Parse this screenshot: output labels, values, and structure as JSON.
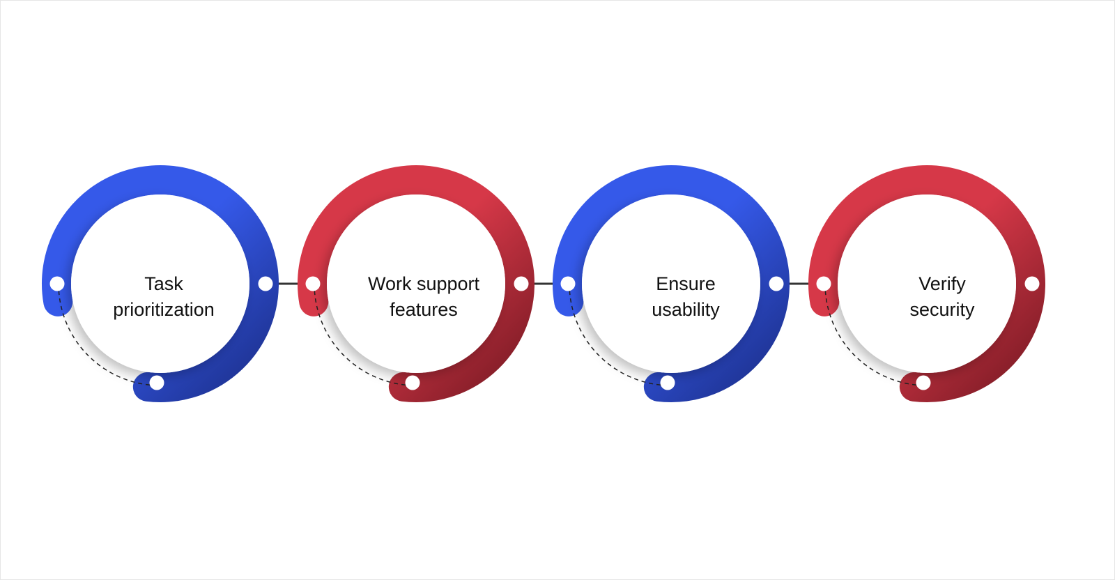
{
  "colors": {
    "blue": "#3559E9",
    "red": "#D63848",
    "connector": "#333333"
  },
  "steps": [
    {
      "label_line1": "Task",
      "label_line2": "prioritization",
      "color": "#3559E9",
      "shade": "#1c2f8a"
    },
    {
      "label_line1": "Work support",
      "label_line2": "features",
      "color": "#D63848",
      "shade": "#7a1a24"
    },
    {
      "label_line1": "Ensure",
      "label_line2": "usability",
      "color": "#3559E9",
      "shade": "#1c2f8a"
    },
    {
      "label_line1": "Verify",
      "label_line2": "security",
      "color": "#D63848",
      "shade": "#7a1a24"
    }
  ]
}
